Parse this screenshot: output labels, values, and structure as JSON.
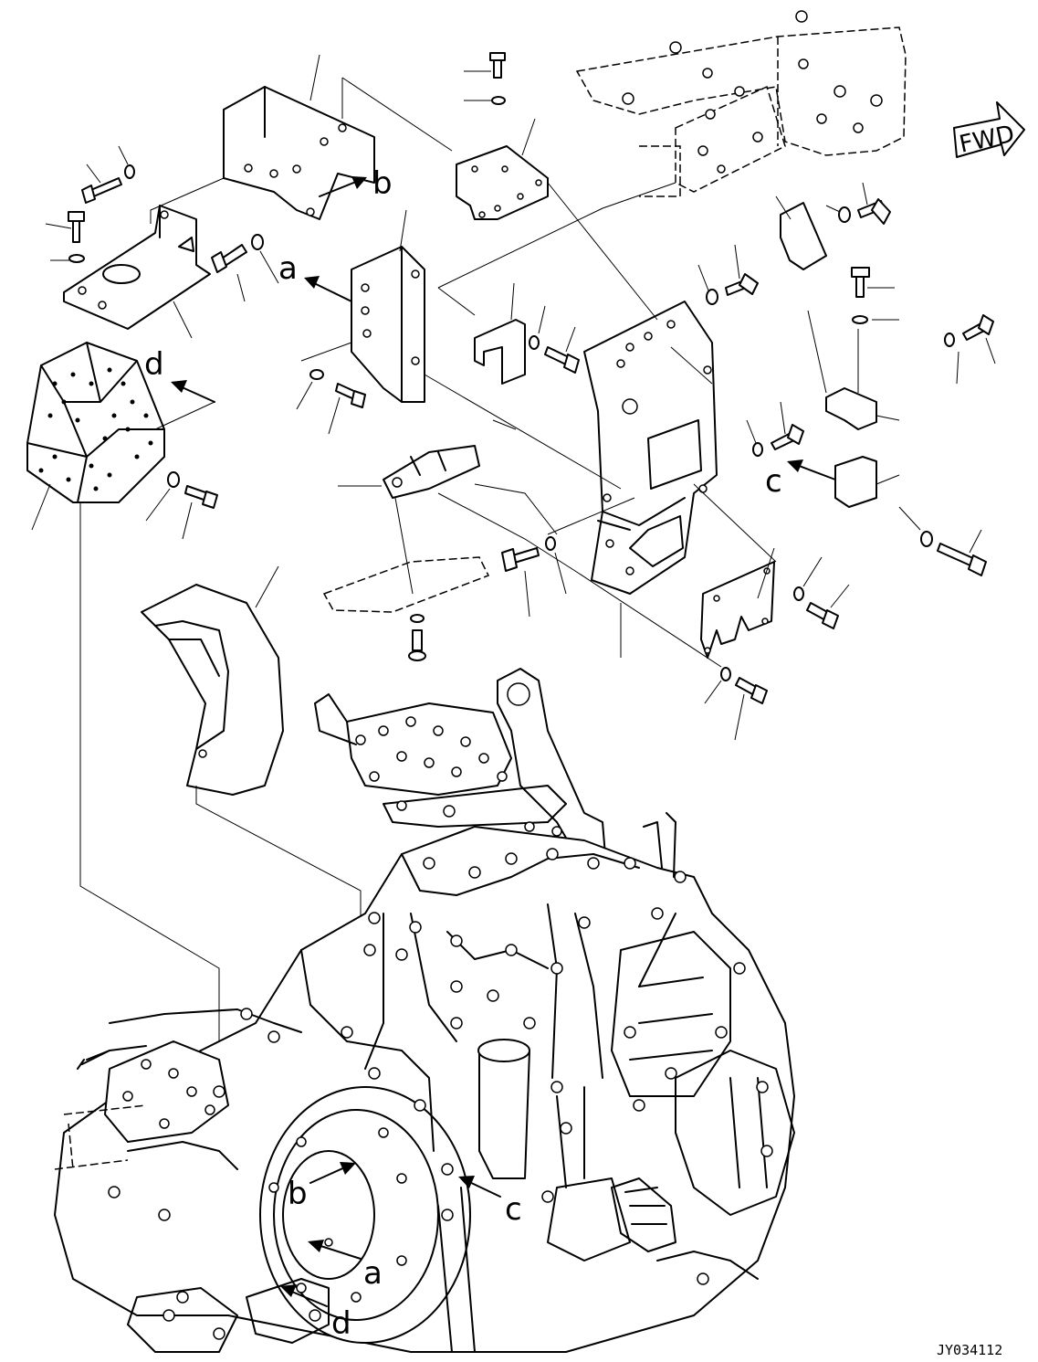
{
  "drawing_id": "JY034112",
  "direction_marker": "FWD",
  "reference_letters": {
    "a": "a",
    "b": "b",
    "c": "c",
    "d": "d"
  }
}
